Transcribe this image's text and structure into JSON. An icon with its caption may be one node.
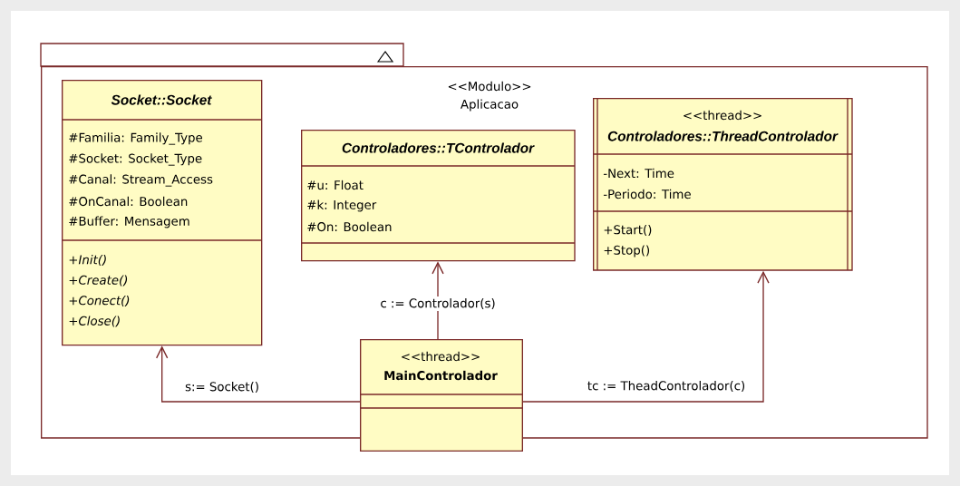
{
  "diagram": {
    "nodes": [
      {
        "text": [
          "<<Modulo>>",
          "Aplicacao"
        ]
      },
      {
        "text": [
          "Socket::Socket",
          "#Familia: Family_Type",
          "#Socket: Socket_Type",
          "#Canal: Stream_Access",
          "#OnCanal: Boolean",
          "#Buffer: Mensagem",
          "+Init()",
          "+Create()",
          "+Conect()",
          "+Close()"
        ],
        "in": 0
      },
      {
        "text": [
          "Controladores::TControlador",
          "#u: Float",
          "#k: Integer",
          "#On: Boolean"
        ],
        "in": 0
      },
      {
        "text": [
          "<<thread>>",
          "Controladores::ThreadControlador",
          "-Next: Time",
          "-Periodo: Time",
          "+Start()",
          "+Stop()"
        ],
        "in": 0
      },
      {
        "text": [
          "<<thread>>",
          "MainControlador"
        ]
      }
    ],
    "edges": [
      {
        "from": 4,
        "to": 1,
        "arrow": "to",
        "label": "s:= Socket()"
      },
      {
        "from": 4,
        "to": 2,
        "arrow": "to",
        "label": "c := Controlador(s)"
      },
      {
        "from": 4,
        "to": 3,
        "arrow": "to",
        "label": "tc := TheadControlador(c)"
      }
    ]
  }
}
